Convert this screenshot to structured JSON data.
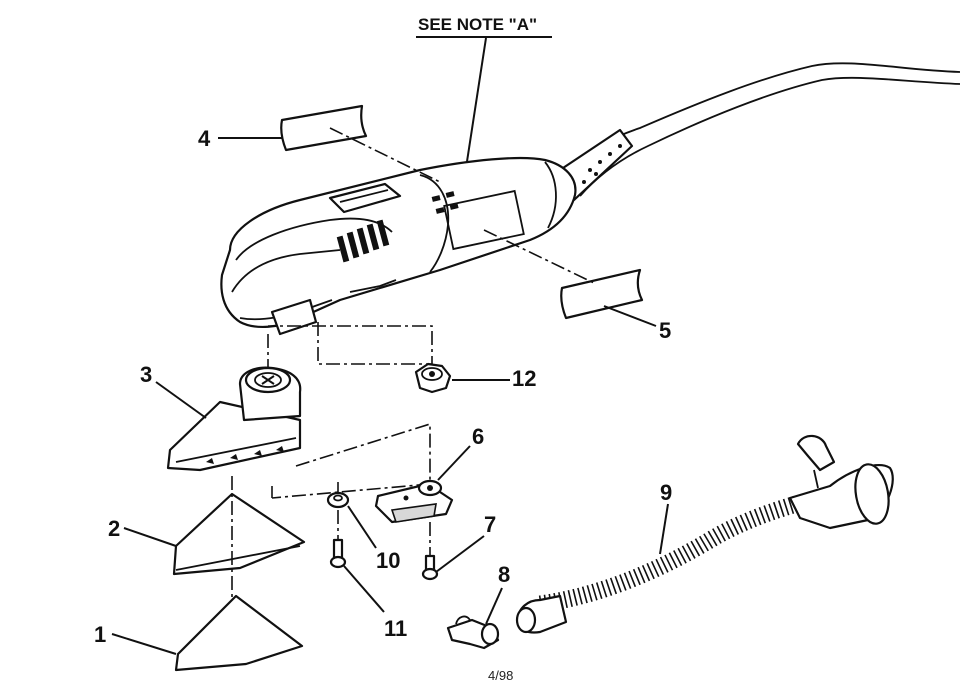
{
  "note_label": "SEE NOTE \"A\"",
  "footer_code": "4/98",
  "parts": [
    {
      "id": "1",
      "label": "1"
    },
    {
      "id": "2",
      "label": "2"
    },
    {
      "id": "3",
      "label": "3"
    },
    {
      "id": "4",
      "label": "4"
    },
    {
      "id": "5",
      "label": "5"
    },
    {
      "id": "6",
      "label": "6"
    },
    {
      "id": "7",
      "label": "7"
    },
    {
      "id": "8",
      "label": "8"
    },
    {
      "id": "9",
      "label": "9"
    },
    {
      "id": "10",
      "label": "10"
    },
    {
      "id": "11",
      "label": "11"
    },
    {
      "id": "12",
      "label": "12"
    }
  ]
}
